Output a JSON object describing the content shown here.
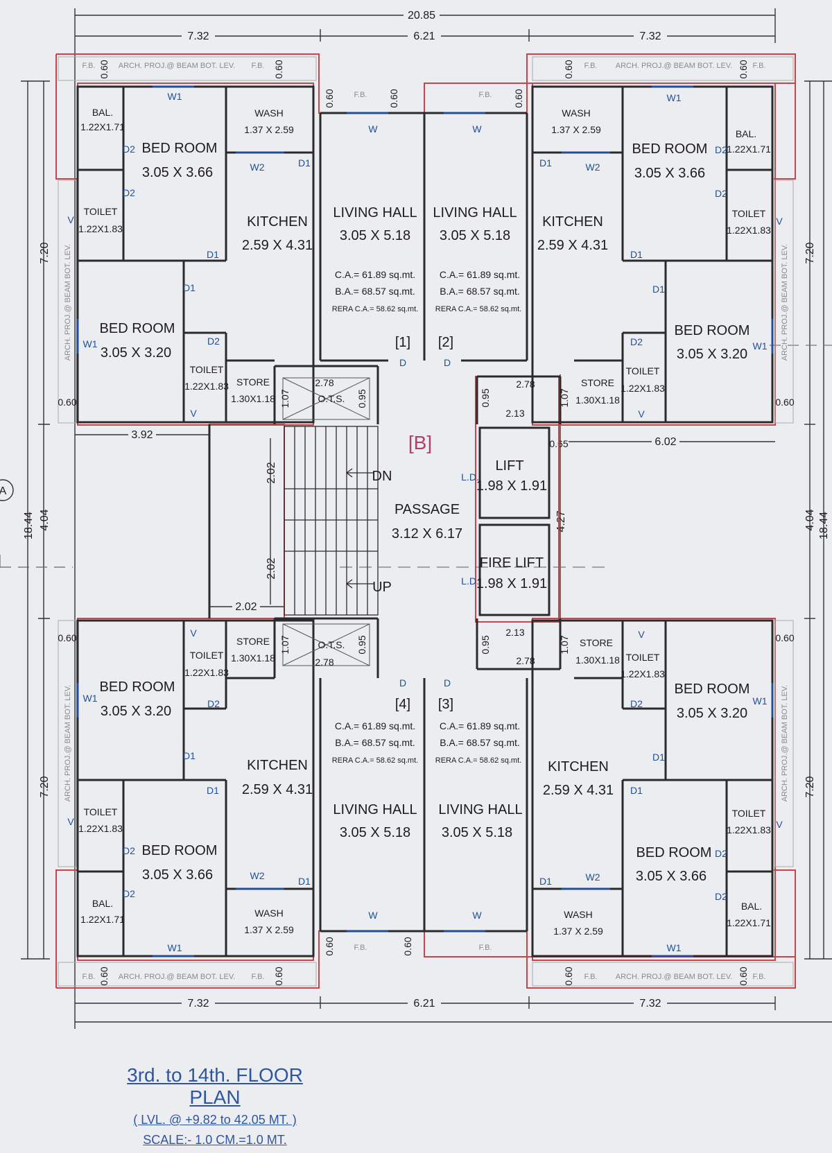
{
  "title": {
    "main": "3rd. to 14th. FLOOR PLAN",
    "level": "( LVL. @ +9.82 to 42.05 MT. )",
    "scale": "SCALE:- 1.0 CM.=1.0 MT."
  },
  "core_label": "[B]",
  "grid_marker": "A",
  "dimensions": {
    "overall_width": "20.85",
    "top_left": "7.32",
    "top_mid": "6.21",
    "top_right": "7.32",
    "bottom_left": "7.32",
    "bottom_mid": "6.21",
    "bottom_right": "7.32",
    "overall_height": "18.44",
    "upper_height": "7.20",
    "middle_height": "4.04",
    "lower_height": "7.20",
    "stair_gap_left": "3.92",
    "stair_flight_1": "2.02",
    "stair_flight_2": "2.02",
    "stair_landing": "2.02",
    "right_gap": "6.02",
    "right_small": "0.65",
    "lift_core_height": "4.27",
    "ots_width": "2.78",
    "ots_depth": "0.95",
    "ots_side": "1.07",
    "lift_lobby": "2.13",
    "fb_depth": "0.60"
  },
  "units": {
    "u1": "[1]",
    "u2": "[2]",
    "u3": "[3]",
    "u4": "[4]",
    "ca": "C.A.= 61.89 sq.mt.",
    "ba": "B.A.= 68.57 sq.mt.",
    "rera": "RERA C.A.= 58.62 sq.mt."
  },
  "rooms": {
    "bedroom": "BED ROOM",
    "bed_a": "3.05 X 3.66",
    "bed_b": "3.05 X 3.20",
    "kitchen": "KITCHEN",
    "kitchen_size": "2.59 X 4.31",
    "living": "LIVING HALL",
    "living_size": "3.05 X 5.18",
    "toilet": "TOILET",
    "toilet_size": "1.22X1.83",
    "bal": "BAL.",
    "bal_size": "1.22X1.71",
    "wash": "WASH",
    "wash_size": "1.37 X 2.59",
    "store": "STORE",
    "store_size": "1.30X1.18",
    "ots": "O.T.S.",
    "lift": "LIFT",
    "lift_size": "1.98 X 1.91",
    "fire_lift": "FIRE LIFT",
    "passage": "PASSAGE",
    "passage_size": "3.12 X 6.17",
    "dn": "DN",
    "up": "UP"
  },
  "openings": {
    "w": "W",
    "w1": "W1",
    "w2": "W2",
    "d": "D",
    "d1": "D1",
    "d2": "D2",
    "v": "V",
    "ld": "L.D."
  },
  "fb": {
    "fb": "F.B.",
    "arch": "ARCH. PROJ.@ BEAM BOT. LEV."
  },
  "colors": {
    "wall": "#2a2a2a",
    "boundary": "#d0404a",
    "label": "#1f4f9a",
    "title": "#2e56a0",
    "core": "#b0406a"
  }
}
